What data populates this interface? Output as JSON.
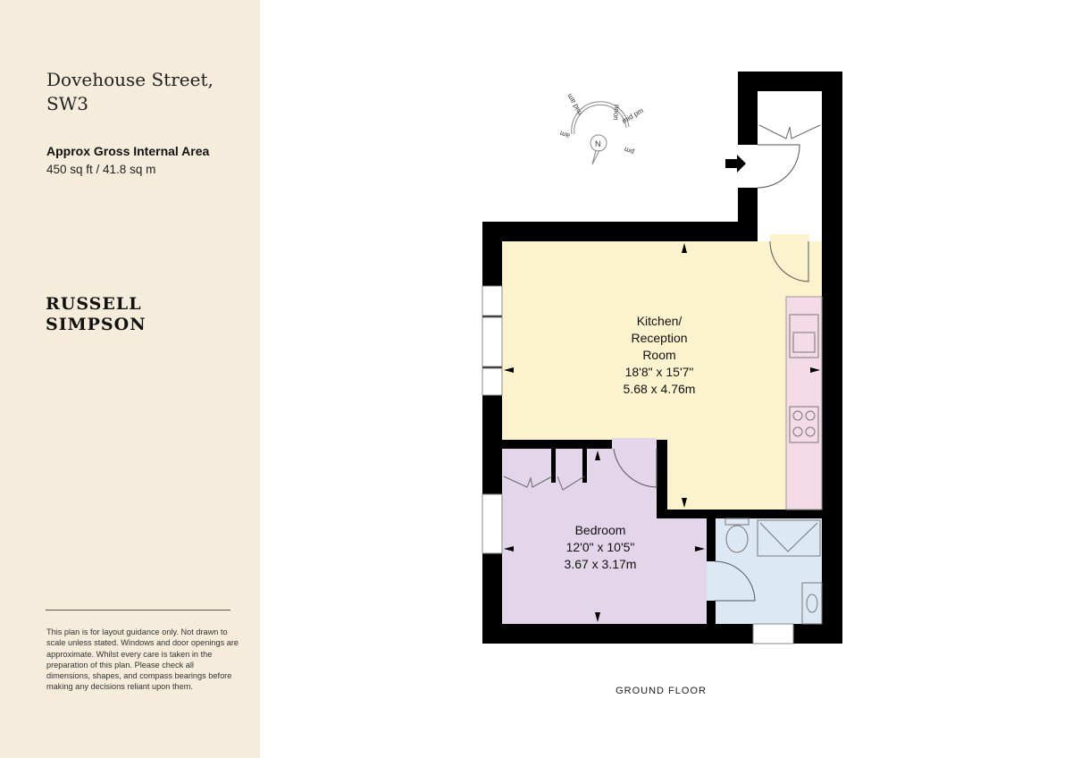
{
  "property": {
    "title_line1": "Dovehouse Street,",
    "title_line2": "SW3"
  },
  "area": {
    "heading": "Approx Gross Internal Area",
    "value": "450 sq ft / 41.8 sq m"
  },
  "brand": {
    "line1": "RUSSELL",
    "line2": "SIMPSON"
  },
  "disclaimer": "This plan is for layout guidance only. Not drawn to scale unless stated. Windows and door openings are approximate. Whilst every care is taken in the preparation of this plan. Please check all dimensions, shapes, and compass bearings before making any decisions reliant upon them.",
  "compass": {
    "north": "N",
    "am": "am",
    "mid_am": "mid am",
    "noon": "noon",
    "mid_pm": "mid pm",
    "pm": "pm"
  },
  "rooms": [
    {
      "name_line1": "Kitchen/",
      "name_line2": "Reception",
      "name_line3": "Room",
      "imperial": "18'8\" x 15'7\"",
      "metric": "5.68 x 4.76m",
      "color": "#fbf3cd"
    },
    {
      "name_line1": "Bedroom",
      "imperial": "12'0\" x 10'5\"",
      "metric": "3.67 x 3.17m",
      "color": "#e3d6ea"
    }
  ],
  "colors": {
    "panel": "#f5ecdc",
    "kitchen_counter": "#f4dbe6",
    "bathroom": "#dce9f4",
    "walls": "#000000"
  },
  "floor_label": "GROUND FLOOR"
}
